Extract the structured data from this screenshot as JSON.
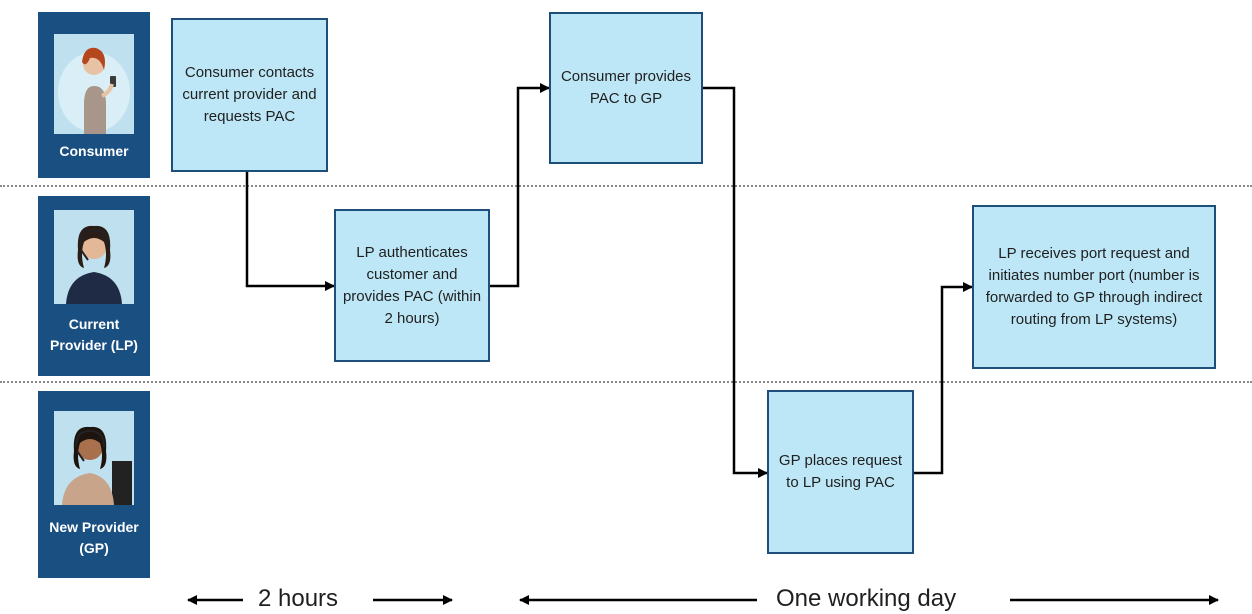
{
  "swimlanes": [
    {
      "label": "Consumer"
    },
    {
      "label": "Current\nProvider (LP)"
    },
    {
      "label": "New Provider\n(GP)"
    }
  ],
  "steps": [
    {
      "text": "Consumer contacts current provider and requests PAC"
    },
    {
      "text": "LP authenticates customer and provides PAC (within 2 hours)"
    },
    {
      "text": "Consumer provides PAC to GP"
    },
    {
      "text": "GP places request to LP using PAC"
    },
    {
      "text": "LP receives port request and initiates number port (number is forwarded to GP through indirect routing from LP systems)"
    }
  ],
  "timeline": [
    {
      "label": "2 hours"
    },
    {
      "label": "One working day"
    }
  ],
  "colors": {
    "lane_tile": "#1a4f82",
    "box_fill": "#bde7f6",
    "box_border": "#1d4f7a",
    "divider": "#8a8a8a"
  }
}
